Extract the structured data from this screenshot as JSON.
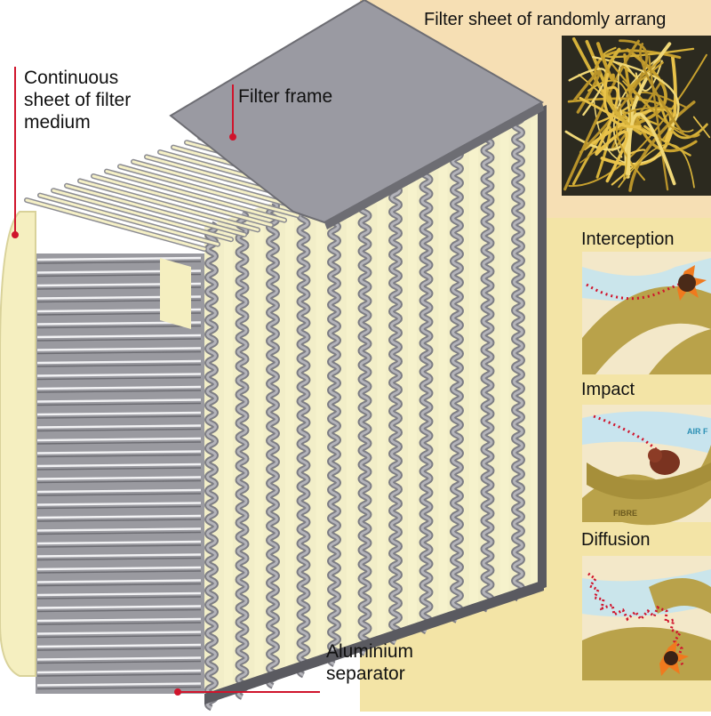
{
  "labels": {
    "continuous_sheet": [
      "Continuous",
      "sheet of filter",
      "medium"
    ],
    "filter_frame": "Filter frame",
    "aluminium_separator": [
      "Aluminium",
      "separator"
    ],
    "filter_sheet_fibres": "Filter sheet of randomly arrang"
  },
  "mechanisms": [
    {
      "title": "Interception"
    },
    {
      "title": "Impact",
      "air_label": "AIR F",
      "fibre_label": "FIBRE"
    },
    {
      "title": "Diffusion"
    }
  ],
  "colors": {
    "background_right": "#f6dfb4",
    "background_lower": "#f3e4a6",
    "frame_grey": "#8f8f94",
    "frame_dark": "#5a5a60",
    "media_cream": "#f4efbf",
    "fibre_olive": "#b9a24a",
    "pointer_red": "#d0142c",
    "air_blue": "#bfe3f4"
  }
}
